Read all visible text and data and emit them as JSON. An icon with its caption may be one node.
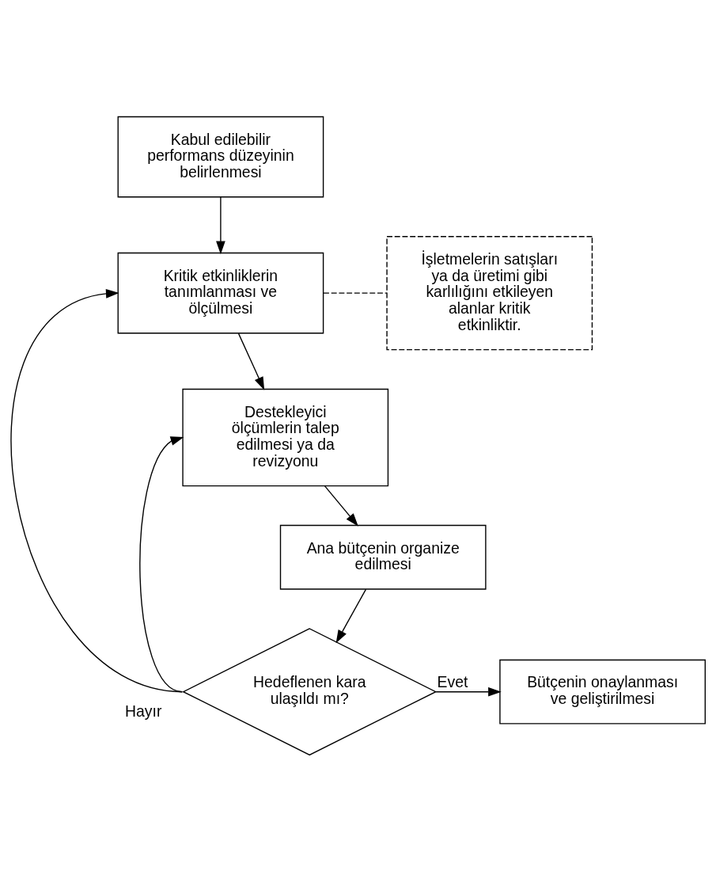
{
  "diagram": {
    "nodes": [
      {
        "text": [
          "Kabul edilebilir performans düzeyinin belirlenmesi"
        ]
      },
      {
        "text": [
          "Kritik etkinliklerin tanımlanması ve ölçülmesi"
        ]
      },
      {
        "text": [
          "Destekleyici ölçümlerin talep edilmesi ya da revizyonu"
        ]
      },
      {
        "text": [
          "Ana bütçenin organize edilmesi"
        ]
      },
      {
        "text": [
          "Hedeflenen kara ulaşıldı mı?"
        ]
      },
      {
        "text": [
          "Bütçenin onaylanması ve geliştirilmesi"
        ]
      },
      {
        "text": [
          "İşletmelerin satışları ya da üretimi gibi karlılığını etkileyen alanlar kritik etkinliktir."
        ]
      }
    ],
    "edges": [
      {
        "from": 0,
        "to": 1,
        "arrow": "to"
      },
      {
        "from": 1,
        "to": 2,
        "arrow": "to"
      },
      {
        "from": 2,
        "to": 3,
        "arrow": "to"
      },
      {
        "from": 3,
        "to": 4,
        "arrow": "to"
      },
      {
        "from": 4,
        "to": 5,
        "label": "Evet",
        "arrow": "to"
      },
      {
        "from": 4,
        "to": 1,
        "label": "Hayır",
        "arrow": "to"
      },
      {
        "from": 4,
        "to": 2,
        "arrow": "to"
      },
      {
        "from": 1,
        "to": 6,
        "arrow": "none",
        "style": "dashed"
      }
    ]
  }
}
